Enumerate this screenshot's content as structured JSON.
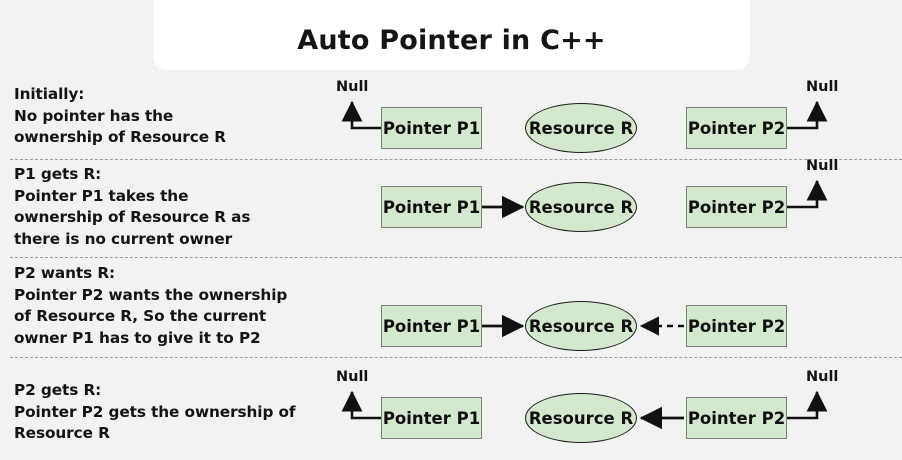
{
  "title": "Auto Pointer in C++",
  "background_color": "#f2f2f2",
  "shape_fill_color": "#d3e8cd",
  "box_border_color": "#7a7f7a",
  "ellipse_border_color": "#1d1d1d",
  "labels": {
    "pointer_p1": "Pointer P1",
    "pointer_p2": "Pointer P2",
    "resource_r": "Resource R",
    "null": "Null"
  },
  "rows": [
    {
      "id": "initially",
      "heading": "Initially:",
      "body_lines": [
        "No pointer has the",
        "ownership of Resource R"
      ],
      "p1_label": "Pointer P1",
      "resource_label": "Resource R",
      "p2_label": "Pointer P2",
      "p1_null_label": "Null",
      "p2_null_label": "Null",
      "p1_state": "null",
      "p2_state": "null",
      "arrow_p1_to_resource": "none",
      "arrow_p2_to_resource": "none"
    },
    {
      "id": "p1-gets-r",
      "heading": "P1 gets R:",
      "body_lines": [
        "Pointer P1 takes the",
        "ownership of Resource R as",
        "there is no current owner"
      ],
      "p1_label": "Pointer P1",
      "resource_label": "Resource R",
      "p2_label": "Pointer P2",
      "p2_null_label": "Null",
      "p1_state": "owns",
      "p2_state": "null",
      "arrow_p1_to_resource": "solid",
      "arrow_p2_to_resource": "none"
    },
    {
      "id": "p2-wants-r",
      "heading": "P2 wants R:",
      "body_lines": [
        "Pointer P2 wants the ownership",
        "of Resource R, So the current",
        "owner P1 has to give it to P2"
      ],
      "p1_label": "Pointer P1",
      "resource_label": "Resource R",
      "p2_label": "Pointer P2",
      "p1_state": "owns",
      "p2_state": "wants",
      "arrow_p1_to_resource": "solid",
      "arrow_p2_to_resource": "dashed"
    },
    {
      "id": "p2-gets-r",
      "heading": "P2 gets R:",
      "body_lines": [
        "Pointer P2 gets the ownership of",
        "Resource R"
      ],
      "p1_label": "Pointer P1",
      "resource_label": "Resource R",
      "p2_label": "Pointer P2",
      "p1_null_label": "Null",
      "p2_null_label": "Null",
      "p1_state": "null",
      "p2_state": "owns",
      "arrow_p1_to_resource": "none",
      "arrow_p2_to_resource": "solid"
    }
  ]
}
